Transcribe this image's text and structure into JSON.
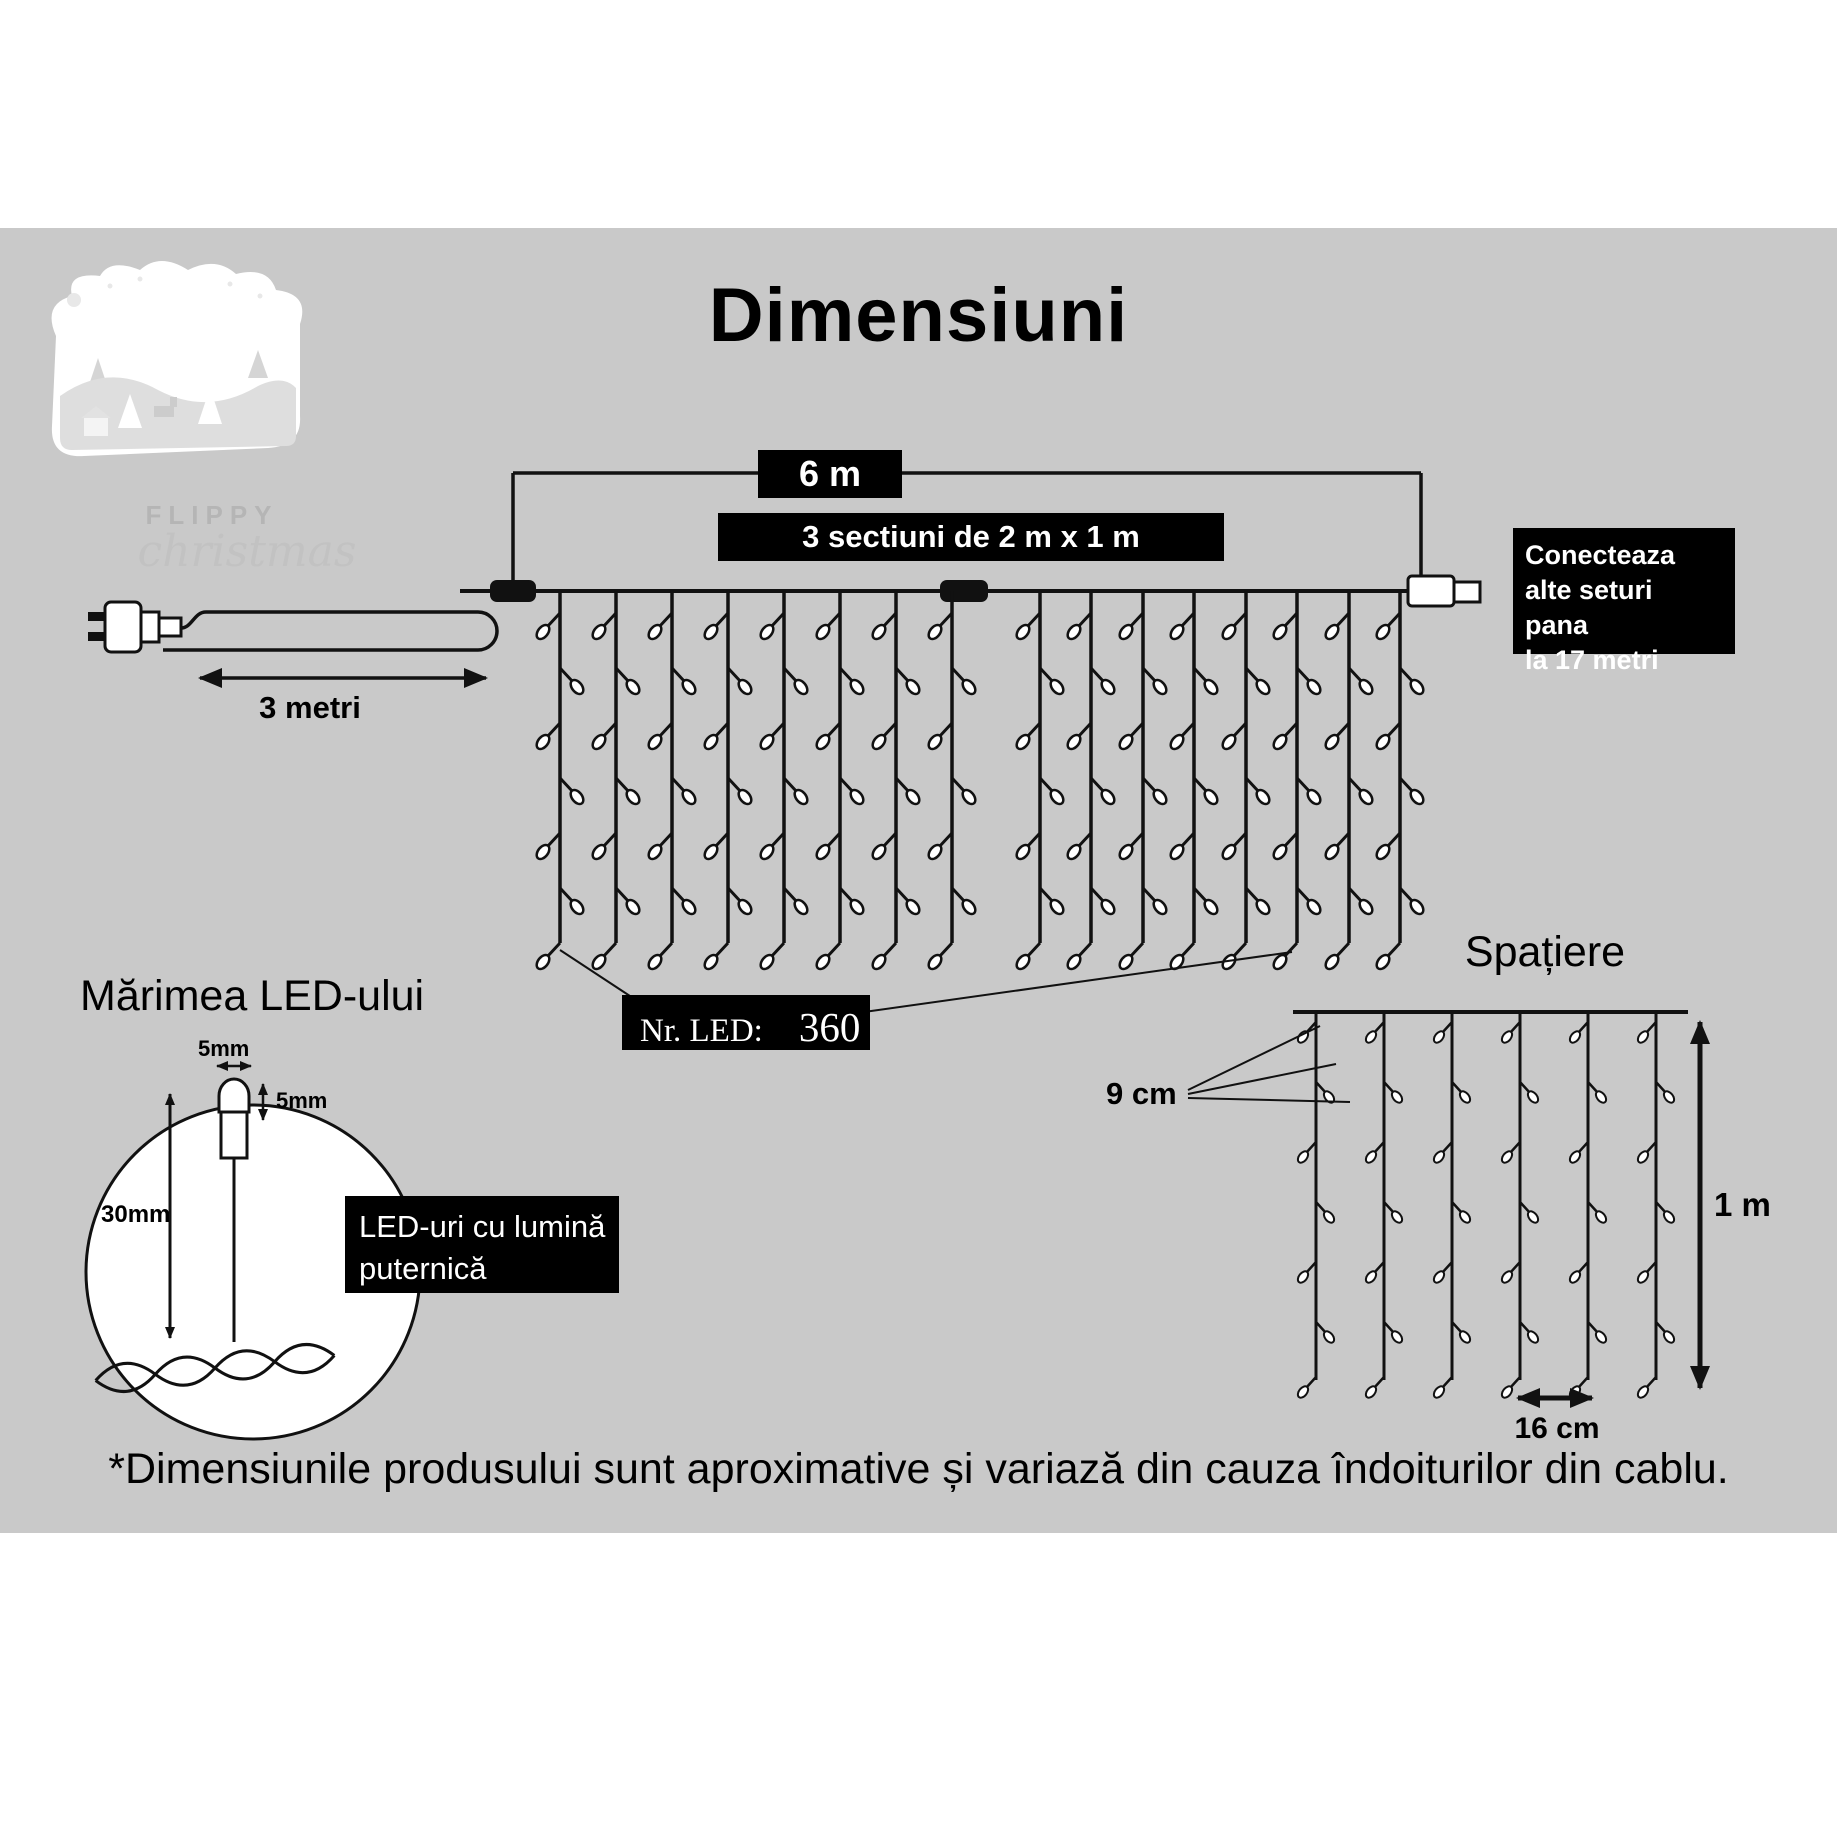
{
  "page": {
    "title": "Dimensiuni",
    "footnote": "*Dimensiunile produsului sunt aproximative și variază din cauza îndoiturilor din cablu."
  },
  "logo": {
    "brand": "FLIPPY",
    "sub": "christmas"
  },
  "dimensions": {
    "total_length": "6 m",
    "sections": "3 sectiuni de 2 m x 1 m",
    "lead_length": "3 metri"
  },
  "connect": {
    "lines": [
      "Conecteaza",
      "alte seturi pana",
      "la 17 metri"
    ]
  },
  "led_count": {
    "label": "Nr. LED:",
    "value": "360"
  },
  "spacing": {
    "title": "Spațiere",
    "led_gap": "9 cm",
    "height": "1 m",
    "strand_gap": "16 cm"
  },
  "led_size": {
    "title": "Mărimea LED-ului",
    "bulb_width": "5mm",
    "bulb_height": "5mm",
    "total_height": "30mm",
    "callout_lines": [
      "LED-uri cu lumină",
      "puternică"
    ]
  }
}
